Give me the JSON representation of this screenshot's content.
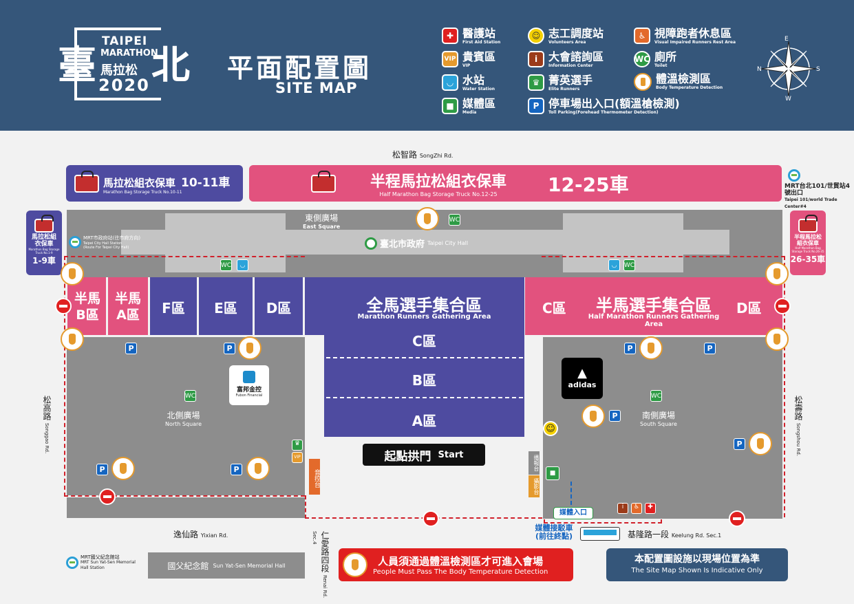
{
  "header": {
    "logo": {
      "big_left": "臺",
      "big_right": "北",
      "line1": "TAIPEI",
      "line2": "MARATHON",
      "line3": "馬拉松",
      "year": "2020"
    },
    "title_zh": "平面配置圖",
    "title_en": "SITE MAP",
    "compass": {
      "n": "N",
      "e": "E",
      "s": "S",
      "w": "W"
    }
  },
  "legend": [
    {
      "icon": "first-aid-icon",
      "color": "#e02020",
      "zh": "醫護站",
      "en": "First Aid Station"
    },
    {
      "icon": "vip-icon",
      "color": "#e59a2d",
      "zh": "貴賓區",
      "en": "VIP"
    },
    {
      "icon": "water-icon",
      "color": "#2ba3da",
      "zh": "水站",
      "en": "Water Station"
    },
    {
      "icon": "media-icon",
      "color": "#2e9b45",
      "zh": "媒體區",
      "en": "Media"
    },
    {
      "icon": "smile-icon",
      "color": "#f4d000",
      "zh": "志工調度站",
      "en": "Volunteers Area"
    },
    {
      "icon": "info-icon",
      "color": "#9b3b1a",
      "zh": "大會諮詢區",
      "en": "Information Center"
    },
    {
      "icon": "crown-icon",
      "color": "#2e9b45",
      "zh": "菁英選手",
      "en": "Elite Runners"
    },
    {
      "icon": "parking-icon",
      "color": "#1565c0",
      "zh": "停車場出入口(額溫槍檢測)",
      "en": "Toll Parking(Forehead Thermometer Detection)"
    },
    {
      "icon": "blind-runner-icon",
      "color": "#e36a2b",
      "zh": "視障跑者休息區",
      "en": "Visual Impaired Runners Rest Area"
    },
    {
      "icon": "toilet-icon",
      "color": "#2e9b45",
      "zh": "廁所",
      "en": "Toilet"
    },
    {
      "icon": "thermometer-icon",
      "color": "#e59a2d",
      "zh": "體溫檢測區",
      "en": "Body Temperature Detection"
    }
  ],
  "roads": {
    "top": {
      "zh": "松智路",
      "en": "SongZhi Rd."
    },
    "bottom_left": {
      "zh": "逸仙路",
      "en": "Yixian Rd."
    },
    "bottom_right": {
      "zh": "基隆路一段",
      "en": "Keelung Rd. Sec.1"
    },
    "left": {
      "zh": "松高路",
      "en": "Songgao Rd."
    },
    "right": {
      "zh": "松壽路",
      "en": "Songshou Rd."
    },
    "center_bottom": {
      "zh": "仁愛路四段",
      "en": "Renai Rd. Sec.4"
    }
  },
  "bags": {
    "marathon_top": {
      "zh": "馬拉松組衣保車",
      "en": "Marathon Bag Storage Truck No.10-11",
      "num": "10-11車"
    },
    "half_top": {
      "zh": "半程馬拉松組衣保車",
      "en": "Half Marathon Bag Storage Truck No.12-25",
      "num": "12-25車"
    },
    "marathon_left": {
      "zh": "馬拉松組衣保車",
      "en": "Marathon Bag Storage Truck No.1-9",
      "num": "1-9車"
    },
    "half_right": {
      "zh": "半程馬拉松組衣保車",
      "en": "Half Marathon Bag Storage Truck No.26-35",
      "num": "26-35車"
    }
  },
  "mrt": {
    "taipei101": {
      "zh": "MRT台北101/世貿站4號出口",
      "en": "Taipei 101/world Trade Center#4"
    },
    "city_hall": {
      "zh": "MRT市政府站(往市府方向)",
      "en": "Taipei City Hall Station (Route For Taipei City Hall)"
    },
    "sun_yat_sen": {
      "zh": "MRT國父紀念館站",
      "en": "MRT Sun Yat-Sen Memorial Hall Station"
    }
  },
  "places": {
    "east_square": {
      "zh": "東側廣場",
      "en": "East Square"
    },
    "city_hall": {
      "zh": "臺北市政府",
      "en": "Taipei City Hall"
    },
    "north_square": {
      "zh": "北側廣場",
      "en": "North Square"
    },
    "south_square": {
      "zh": "南側廣場",
      "en": "South Square"
    },
    "memorial_hall": {
      "zh": "國父紀念館",
      "en": "Sun Yat-Sen Memorial Hall"
    },
    "fubon": {
      "zh": "富邦金控",
      "en": "Fubon Financial"
    },
    "adidas": "adidas"
  },
  "zones": {
    "marathon_title_zh": "全馬選手集合區",
    "marathon_title_en": "Marathon Runners Gathering Area",
    "half_title_zh": "半馬選手集合區",
    "half_title_en": "Half Marathon Runners Gathering Area",
    "half_b": "半馬B區",
    "half_a": "半馬A區",
    "f": "F區",
    "e": "E區",
    "d": "D區",
    "c": "C區",
    "b": "B區",
    "a": "A區",
    "right_c": "C區",
    "right_d": "D區"
  },
  "start": {
    "zh": "起點拱門",
    "en": "Start"
  },
  "booths": {
    "sound": "音控台",
    "photo": "攝影台",
    "broadcast": "播報台",
    "media_entry": "媒體入口",
    "media_shuttle": "媒體接駁車(前往終點)"
  },
  "notices": {
    "temp_zh": "人員須通過體溫檢測區才可進入會場",
    "temp_en": "People Must Pass The Body Temperature Detection",
    "indicative_zh": "本配置圖設施以現場位置為準",
    "indicative_en": "The Site Map Shown Is Indicative Only"
  },
  "colors": {
    "header": "#35567a",
    "pink": "#e2527e",
    "purple": "#4e4ba0",
    "gray": "#8d8d8d",
    "red": "#d0202a"
  }
}
